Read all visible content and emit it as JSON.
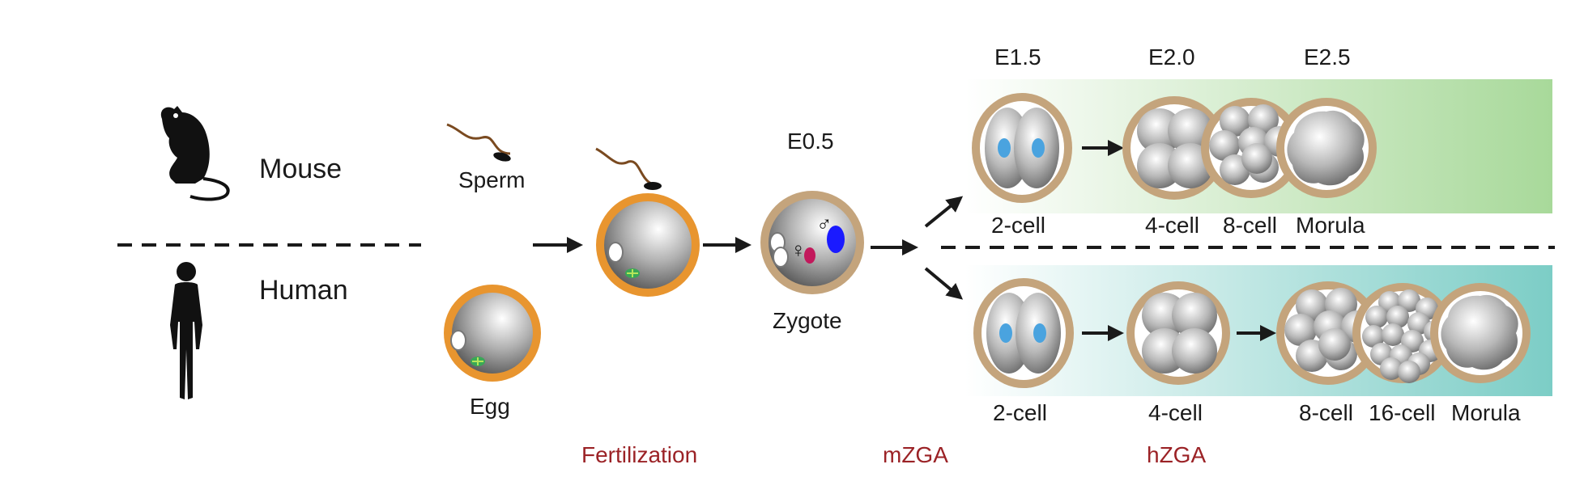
{
  "species": {
    "mouse": "Mouse",
    "human": "Human"
  },
  "gametes": {
    "sperm": "Sperm",
    "egg": "Egg"
  },
  "zygote": {
    "label": "Zygote",
    "day": "E0.5",
    "female_symbol": "♀",
    "male_symbol": "♂"
  },
  "mouse_row": {
    "days": [
      "E1.5",
      "E2.0",
      "E2.5"
    ],
    "stages": [
      "2-cell",
      "4-cell",
      "8-cell",
      "Morula"
    ]
  },
  "human_row": {
    "stages": [
      "2-cell",
      "4-cell",
      "8-cell",
      "16-cell",
      "Morula"
    ]
  },
  "events": {
    "fertilization": "Fertilization",
    "mzga": "mZGA",
    "hzga": "hZGA"
  },
  "colors": {
    "egg_zona": "#e8952f",
    "embryo_zona": "#c4a47c",
    "nucleus": "#4aa3df",
    "female_pronucleus": "#c2185b",
    "male_pronucleus": "#1a1aff",
    "mouse_band": "#a8d99a",
    "human_band": "#7ccdc6",
    "event_text": "#9b2226"
  }
}
